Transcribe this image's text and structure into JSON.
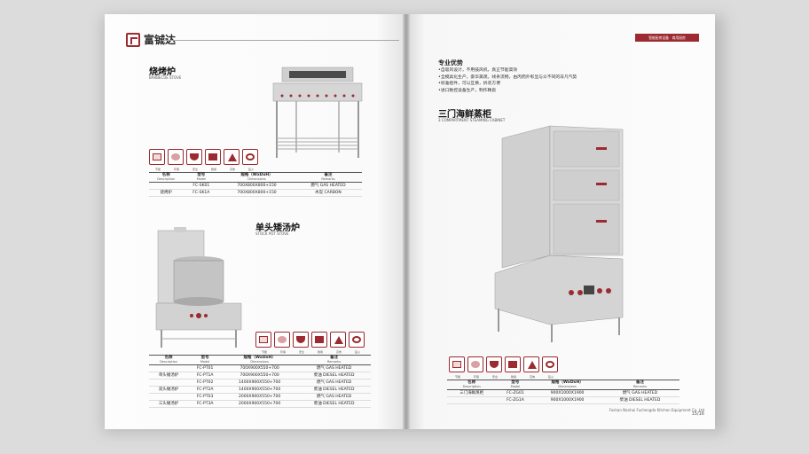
{
  "brand": {
    "name": "富铖达"
  },
  "left_page": {
    "product1": {
      "title": "烧烤炉",
      "subtitle": "BARBECUE STOVE",
      "icons": [
        {
          "name": "energy-icon",
          "label": "节能"
        },
        {
          "name": "eco-icon",
          "label": "环保"
        },
        {
          "name": "safe-icon",
          "label": "安全"
        },
        {
          "name": "durable-icon",
          "label": "耐用"
        },
        {
          "name": "efficient-icon",
          "label": "高效"
        },
        {
          "name": "fire-icon",
          "label": "猛火"
        }
      ],
      "table": {
        "headers": [
          {
            "cn": "名称",
            "en": "Description"
          },
          {
            "cn": "型号",
            "en": "Model"
          },
          {
            "cn": "规格（WxDxH）",
            "en": "Dimensions"
          },
          {
            "cn": "备注",
            "en": "Remarks"
          }
        ],
        "rows": [
          {
            "name": "",
            "model": "FC-SK01",
            "dim": "700X800X800+150",
            "remark": "燃气  GAS HEATED"
          },
          {
            "name": "烧烤炉",
            "model": "FC-SK1A",
            "dim": "700X800X800+150",
            "remark": "木炭  CARBON"
          }
        ]
      }
    },
    "product2": {
      "title": "单头矮汤炉",
      "subtitle": "STOCK POT STOVE",
      "icons": [
        {
          "name": "energy-icon",
          "label": "节能"
        },
        {
          "name": "eco-icon",
          "label": "环保"
        },
        {
          "name": "safe-icon",
          "label": "安全"
        },
        {
          "name": "durable-icon",
          "label": "耐用"
        },
        {
          "name": "efficient-icon",
          "label": "高效"
        },
        {
          "name": "fire-icon",
          "label": "猛火"
        }
      ],
      "table": {
        "headers": [
          {
            "cn": "名称",
            "en": "Description"
          },
          {
            "cn": "型号",
            "en": "Model"
          },
          {
            "cn": "规格（WxDxH）",
            "en": "Dimensions"
          },
          {
            "cn": "备注",
            "en": "Remarks"
          }
        ],
        "rows": [
          {
            "name": "",
            "model": "FC-PT01",
            "dim": "700X900X550+700",
            "remark": "燃气  GAS HEATED"
          },
          {
            "name": "单头矮汤炉",
            "model": "FC-PT1A",
            "dim": "700X900X550+700",
            "remark": "柴油  DIESEL HEATED"
          },
          {
            "name": "",
            "model": "FC-PT02",
            "dim": "1400X900X550+700",
            "remark": "燃气  GAS HEATED"
          },
          {
            "name": "双头矮汤炉",
            "model": "FC-PT2A",
            "dim": "1400X900X550+700",
            "remark": "柴油  DIESEL HEATED"
          },
          {
            "name": "",
            "model": "FC-PT03",
            "dim": "2000X900X550+700",
            "remark": "燃气  GAS HEATED"
          },
          {
            "name": "三头矮汤炉",
            "model": "FC-PT3A",
            "dim": "2000X900X550+700",
            "remark": "柴油  DIESEL HEATED"
          }
        ]
      }
    }
  },
  "right_page": {
    "badge": "智能厨房设备 · 商用厨房",
    "advantages": {
      "title": "专业优势",
      "items": [
        "•自吸风设计，不用鼓风机，真正节能高效",
        "•全模具化生产，豪华美观，线条流畅，由丙而外彰显与众不同的非凡气势",
        "•标准组件，可以互换，拆装方便",
        "•进口数控设备生产，制作精良"
      ]
    },
    "product3": {
      "title": "三门海鲜蒸柜",
      "subtitle": "3 COMPARTMENT STEAMING CABINET",
      "icons": [
        {
          "name": "energy-icon",
          "label": "节能"
        },
        {
          "name": "eco-icon",
          "label": "环保"
        },
        {
          "name": "safe-icon",
          "label": "安全"
        },
        {
          "name": "durable-icon",
          "label": "耐用"
        },
        {
          "name": "efficient-icon",
          "label": "高效"
        },
        {
          "name": "fire-icon",
          "label": "猛火"
        }
      ],
      "table": {
        "headers": [
          {
            "cn": "名称",
            "en": "Description"
          },
          {
            "cn": "型号",
            "en": "Model"
          },
          {
            "cn": "规格（WxDxH）",
            "en": "Dimensions"
          },
          {
            "cn": "备注",
            "en": "Remarks"
          }
        ],
        "rows": [
          {
            "name": "三门海鲜蒸柜",
            "model": "FC-ZG01",
            "dim": "900X1000X1900",
            "remark": "燃气  GAS HEATED"
          },
          {
            "name": "",
            "model": "FC-ZG1A",
            "dim": "900X1000X1900",
            "remark": "柴油  DIESEL HEATED"
          }
        ]
      }
    },
    "footer": {
      "company": "Foshan Nanhai Fuchengda Kitchen Equipment Co.,Ltd",
      "pages": "15/16"
    }
  },
  "colors": {
    "accent": "#9b2b30",
    "steel": "#c8c8c8"
  }
}
